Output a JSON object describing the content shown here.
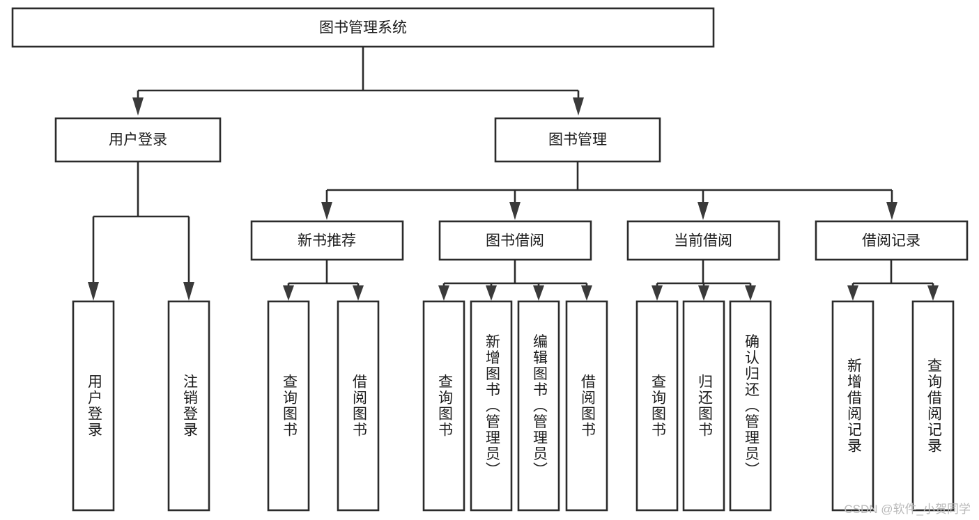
{
  "diagram": {
    "type": "tree-flowchart",
    "title": "图书管理系统",
    "orientation": "top-down",
    "colors": {
      "box_fill": "#ffffff",
      "box_stroke": "#2b2b2b",
      "text": "#1b1b1b",
      "watermark": "#b9b9b9"
    },
    "root": {
      "label": "图书管理系统"
    },
    "level2": [
      {
        "label": "用户登录"
      },
      {
        "label": "图书管理"
      }
    ],
    "level3": [
      {
        "label": "新书推荐"
      },
      {
        "label": "图书借阅"
      },
      {
        "label": "当前借阅"
      },
      {
        "label": "借阅记录"
      }
    ],
    "leaves": {
      "user_login": [
        {
          "label": "用户登录"
        },
        {
          "label": "注销登录"
        }
      ],
      "new_book_recommend": [
        {
          "label": "查询图书"
        },
        {
          "label": "借阅图书"
        }
      ],
      "book_borrow": [
        {
          "label": "查询图书"
        },
        {
          "label": "新增图书（管理员）"
        },
        {
          "label": "编辑图书（管理员）"
        },
        {
          "label": "借阅图书"
        }
      ],
      "current_borrow": [
        {
          "label": "查询图书"
        },
        {
          "label": "归还图书"
        },
        {
          "label": "确认归还（管理员）"
        }
      ],
      "borrow_record": [
        {
          "label": "新增借阅记录"
        },
        {
          "label": "查询借阅记录"
        }
      ]
    }
  },
  "watermark": {
    "text": "CSDN @软件_小贺同学"
  }
}
